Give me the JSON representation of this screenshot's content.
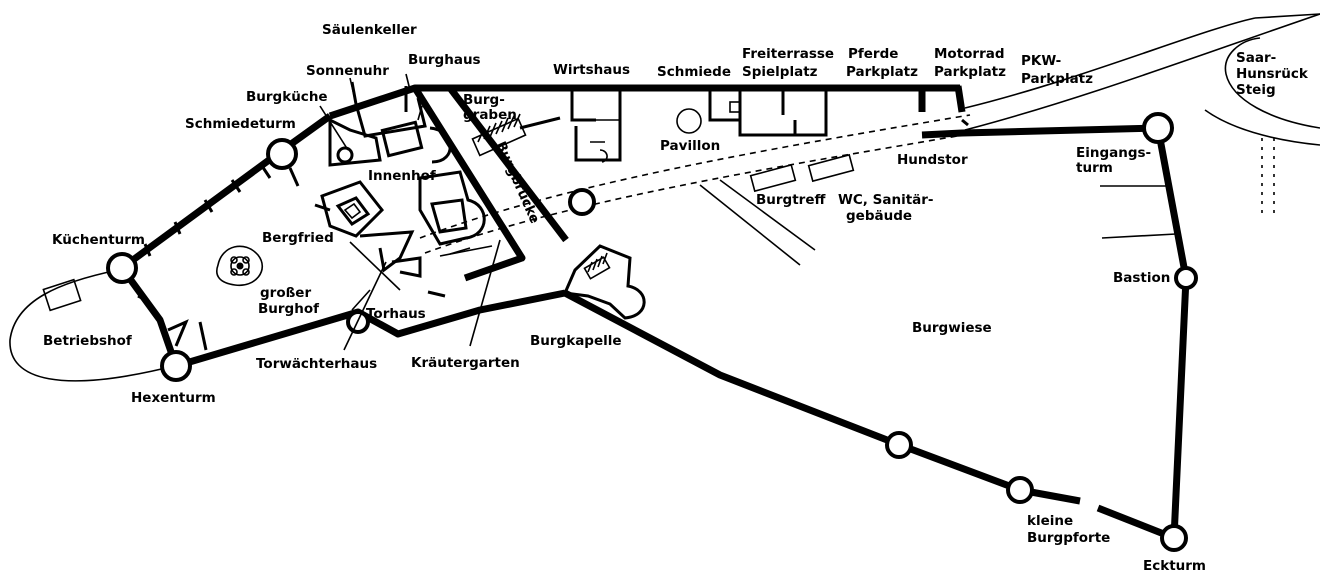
{
  "labels": {
    "saeulenkeller": "Säulenkeller",
    "burghaus": "Burghaus",
    "sonnenuhr": "Sonnenuhr",
    "burgkueche": "Burgküche",
    "schmiedeturm": "Schmiedeturm",
    "wirtshaus": "Wirtshaus",
    "schmiede": "Schmiede",
    "freiterrasse": "Freiterrasse",
    "spielplatz": "Spielplatz",
    "pferde": "Pferde",
    "parkplatz_pferde": "Parkplatz",
    "motorrad": "Motorrad",
    "parkplatz_motorrad": "Parkplatz",
    "pkw": "PKW-",
    "parkplatz_pkw": "Parkplatz",
    "saar": "Saar-",
    "hunsrueck": "Hunsrück",
    "steig": "Steig",
    "burg": "Burg-",
    "graben": "graben",
    "burgbruecke": "Burgbrücke",
    "pavillon": "Pavillon",
    "hundstor": "Hundstor",
    "eingangs": "Eingangs-",
    "turm": "turm",
    "innenhof": "Innenhof",
    "burgtreff": "Burgtreff",
    "wc": "WC, Sanitär-",
    "gebaeude": "gebäude",
    "kuechenturm": "Küchenturm",
    "bergfried": "Bergfried",
    "grosser": "großer",
    "burghof": "Burghof",
    "bastion": "Bastion",
    "torhaus": "Torhaus",
    "burgwiese": "Burgwiese",
    "betriebshof": "Betriebshof",
    "burgkapelle": "Burgkapelle",
    "torwaechterhaus": "Torwächterhaus",
    "kraeutergarten": "Kräutergarten",
    "hexenturm": "Hexenturm",
    "kleine": "kleine",
    "burgpforte": "Burgpforte",
    "eckturm": "Eckturm"
  }
}
